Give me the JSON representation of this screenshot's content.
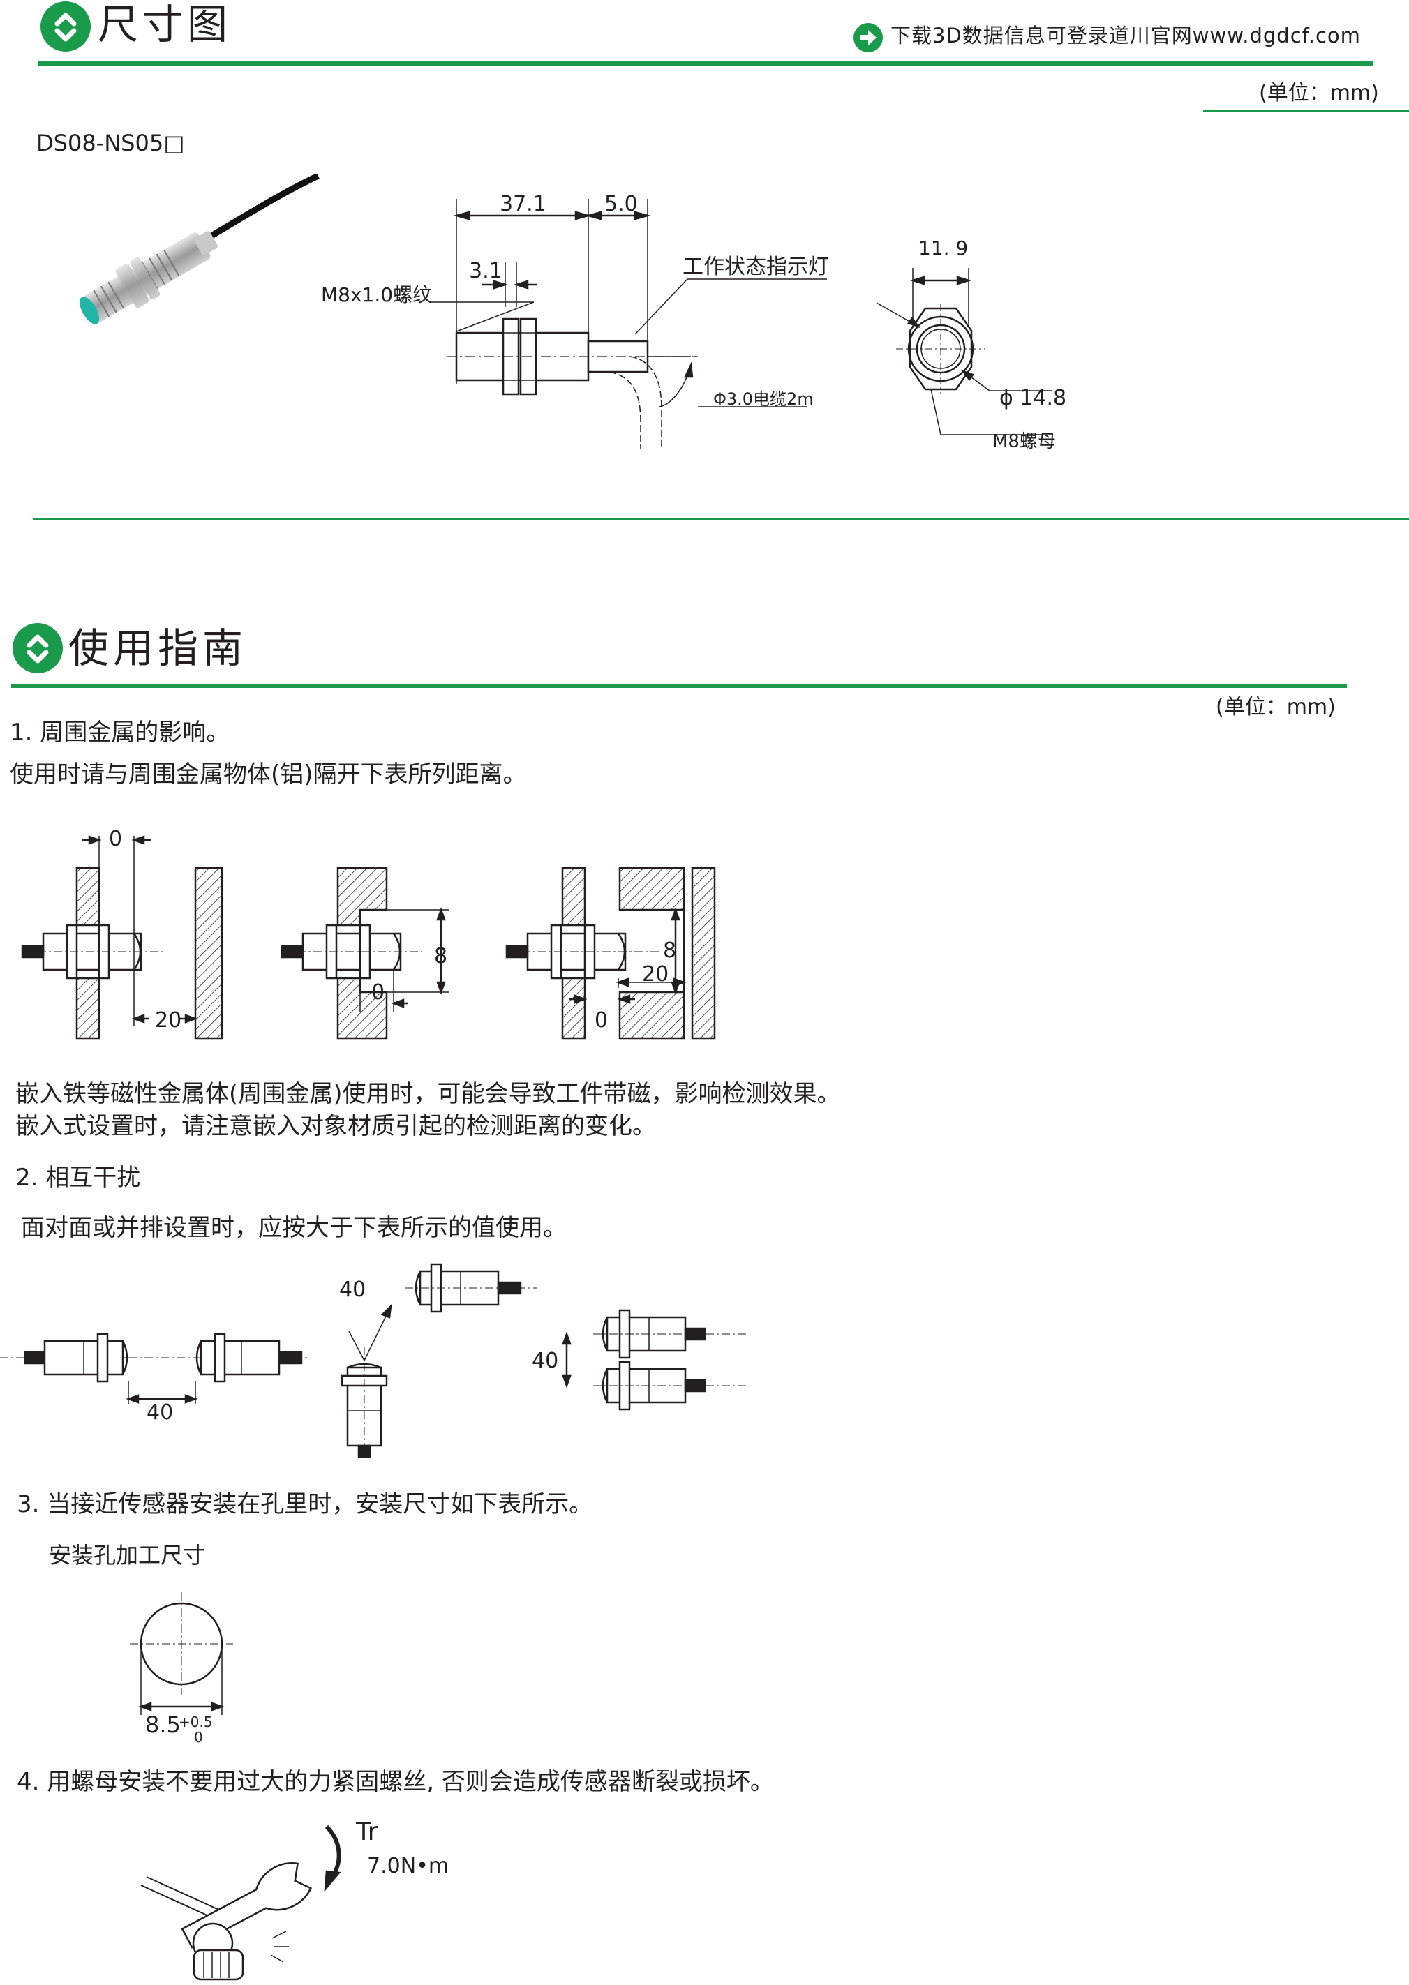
{
  "dimensions": {
    "title": "尺寸图",
    "download_text": "下载3D数据信息可登录道川官网www.dgdcf.com",
    "unit": "(单位：mm)",
    "model": "DS08-NS05□",
    "labels": {
      "len_body": "37.1",
      "len_tail": "5.0",
      "nut_thick": "3.1",
      "thread": "M8x1.0螺纹",
      "indicator": "工作状态指示灯",
      "cable": "Φ3.0电缆2m",
      "across_flats": "11. 9",
      "nut_dia": "ϕ 14.8",
      "nut": "M8螺母"
    }
  },
  "guide": {
    "title": "使用指南",
    "unit": "(单位：mm)",
    "item1_title": "1. 周围金属的影响。",
    "item1_desc": "使用时请与周围金属物体(铝)隔开下表所列距离。",
    "fig1": {
      "d0": "0",
      "d20": "20"
    },
    "fig2": {
      "d8": "8",
      "d0": "0"
    },
    "fig3": {
      "d8": "8",
      "d20": "20",
      "d0": "0"
    },
    "note1": "嵌入铁等磁性金属体(周围金属)使用时，可能会导致工件带磁，影响检测效果。",
    "note2": "嵌入式设置时，请注意嵌入对象材质引起的检测距离的变化。",
    "item2_title": "2. 相互干扰",
    "item2_desc": "面对面或并排设置时，应按大于下表所示的值使用。",
    "interf": {
      "face": "40",
      "perp": "40",
      "side": "40"
    },
    "item3_title": "3. 当接近传感器安装在孔里时，安装尺寸如下表所示。",
    "item3_sub": "安装孔加工尺寸",
    "hole": {
      "dia": "8.5",
      "tol_up": "+0.5",
      "tol_low": "0"
    },
    "item4_title": "4. 用螺母安装不要用过大的力紧固螺丝, 否则会造成传感器断裂或损坏。",
    "torque": {
      "symbol": "Tr",
      "value": "7.0N•m"
    }
  }
}
